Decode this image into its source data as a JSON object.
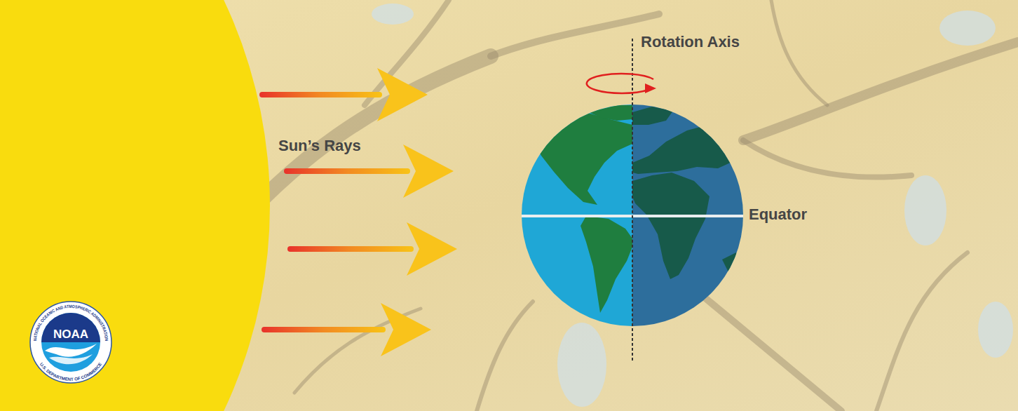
{
  "diagram": {
    "labels": [
      "Sun’s Rays",
      "Rotation Axis",
      "Equator",
      "NOAA",
      "NATIONAL OCEANIC AND ATMOSPHERIC ADMINISTRATION",
      "U.S. DEPARTMENT OF COMMERCE"
    ]
  }
}
